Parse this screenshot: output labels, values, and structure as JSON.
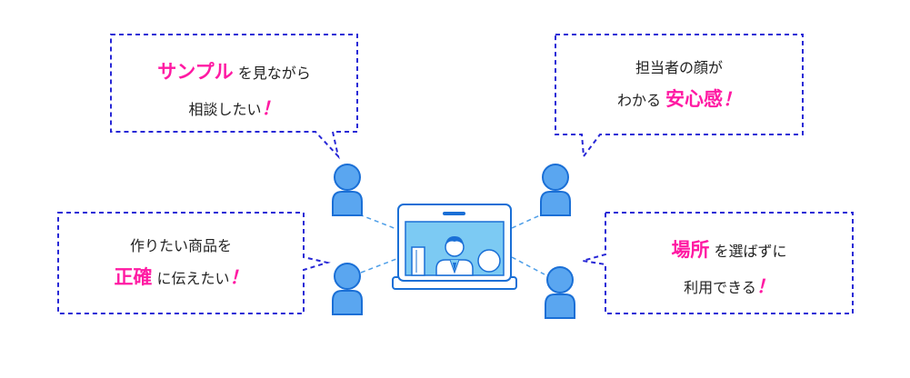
{
  "colors": {
    "border": "#2727d6",
    "connector": "#4d9ee8",
    "person_fill": "#5aa6f0",
    "person_stroke": "#1a6fd6",
    "highlight": "#ff1aa3",
    "screen_fill": "#7ccaf3",
    "text": "#222222"
  },
  "bubbles": {
    "top_left": {
      "line1_highlight": "サンプル",
      "line1_rest": "を見ながら",
      "line2": "相談したい",
      "exclamation": "！"
    },
    "top_right": {
      "line1": "担当者の顔が",
      "line2_lead": "わかる",
      "line2_highlight": "安心感",
      "exclamation": "！"
    },
    "bottom_left": {
      "line1": "作りたい商品を",
      "line2_highlight": "正確",
      "line2_rest": "に伝えたい",
      "exclamation": "！"
    },
    "bottom_right": {
      "line1_highlight": "場所",
      "line1_rest": "を選ばずに",
      "line2": "利用できる",
      "exclamation": "！"
    }
  },
  "icons": {
    "person": "person-icon",
    "monitor": "monitor-icon",
    "operator": "operator-icon"
  }
}
